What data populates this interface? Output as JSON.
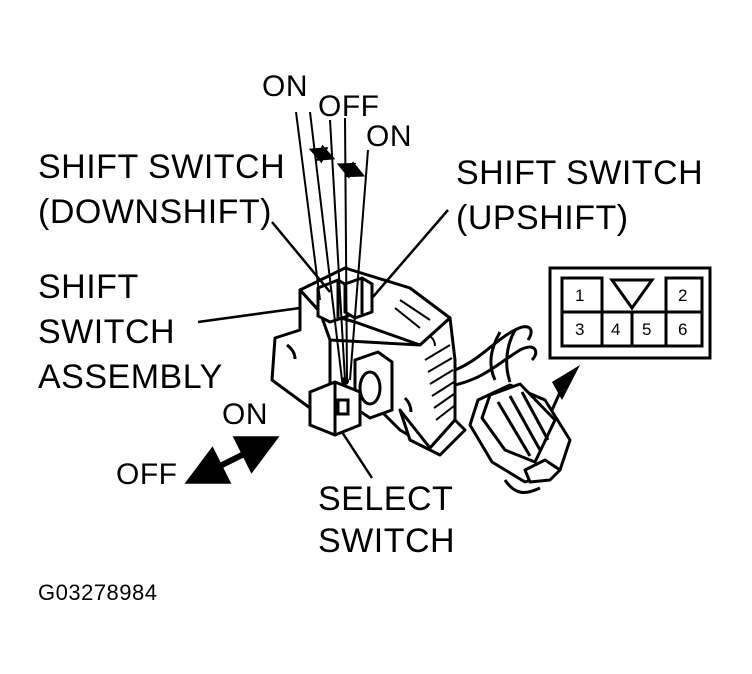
{
  "labels": {
    "on_left": "ON",
    "off_top": "OFF",
    "on_right": "ON",
    "shift_down_1": "SHIFT SWITCH",
    "shift_down_2": "(DOWNSHIFT)",
    "shift_up_1": "SHIFT SWITCH",
    "shift_up_2": "(UPSHIFT)",
    "assembly_1": "SHIFT",
    "assembly_2": "SWITCH",
    "assembly_3": "ASSEMBLY",
    "select_on": "ON",
    "select_off": "OFF",
    "select_1": "SELECT",
    "select_2": "SWITCH",
    "figure_code": "G03278984"
  },
  "connector": {
    "pins": [
      "1",
      "2",
      "3",
      "4",
      "5",
      "6"
    ]
  },
  "colors": {
    "ink": "#000000",
    "paper": "#ffffff"
  }
}
